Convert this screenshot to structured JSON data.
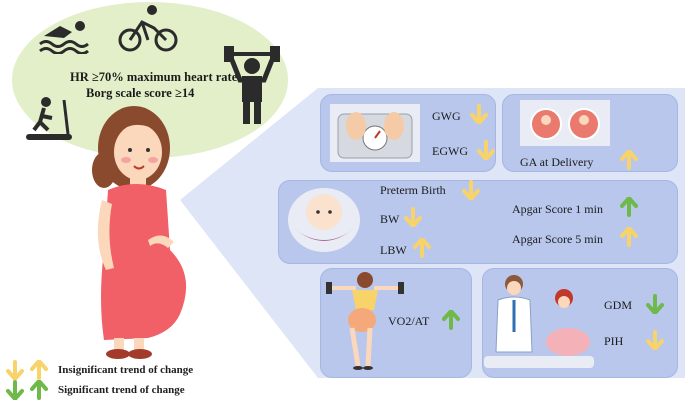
{
  "criteria": {
    "line1": "HR ≥70% maximum heart rate",
    "line2": "Borg scale score ≥14"
  },
  "panels": {
    "gestational": {
      "gwg": "GWG",
      "egwg": "EGWG"
    },
    "delivery": {
      "ga": "GA at Delivery"
    },
    "neonatal": {
      "preterm": "Preterm Birth",
      "bw": "BW",
      "lbw": "LBW",
      "apgar1": "Apgar Score 1 min",
      "apgar5": "Apgar Score 5 min"
    },
    "fitness": {
      "vo2": "VO2/AT"
    },
    "maternal": {
      "gdm": "GDM",
      "pih": "PIH"
    }
  },
  "legend": {
    "insignificant": "Insignificant trend of change",
    "significant": "Significant trend of change"
  },
  "colors": {
    "insignificant": "#f7d36a",
    "significant": "#6fb94b",
    "panel": "#b9c7ec",
    "wedge": "#dde5f6",
    "ellipse": "#e3efc9"
  }
}
